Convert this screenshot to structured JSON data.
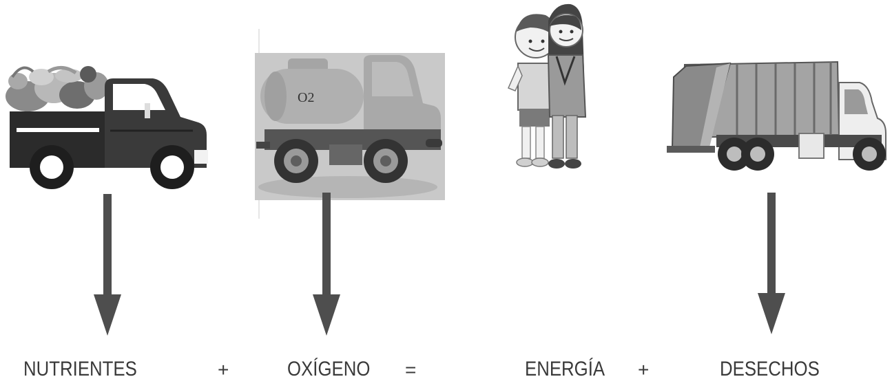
{
  "diagram": {
    "terms": {
      "nutrientes": "NUTRIENTES",
      "oxigeno": "OXÍGENO",
      "energia": "ENERGÍA",
      "desechos": "DESECHOS"
    },
    "operators": {
      "plus_1": "+",
      "equals": "=",
      "plus_2": "+"
    },
    "tank_label": "O2",
    "images": {
      "nutrients": "pickup-truck-with-produce",
      "oxygen": "oxygen-tanker-truck",
      "energy": "two-children",
      "waste": "garbage-truck"
    }
  }
}
